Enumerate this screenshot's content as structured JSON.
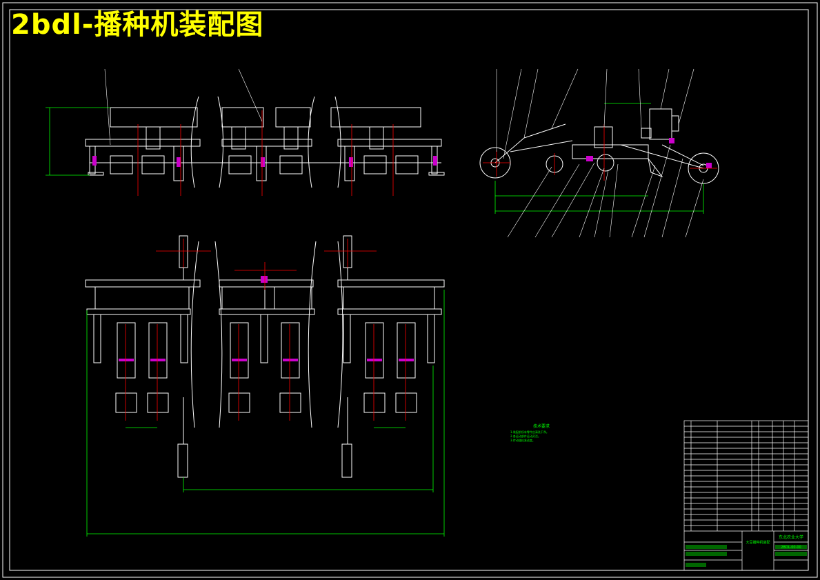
{
  "title": "2bdl-播种机装配图",
  "colors": {
    "background": "#000000",
    "outline": "#ffffff",
    "dimension": "#00ff00",
    "centerline": "#ff0000",
    "title": "#ffff00",
    "part": "#ff00ff"
  },
  "notes": {
    "heading": "技术要求",
    "lines": [
      "1.装配前所有零件应清洗干净。",
      "2.各运动部件运动灵活。",
      "3.传动链松紧适度。"
    ]
  },
  "title_block": {
    "school": "东北农业大学",
    "drawing_name": "大豆播种机装配",
    "drawing_no": "2BDL-00-00"
  }
}
